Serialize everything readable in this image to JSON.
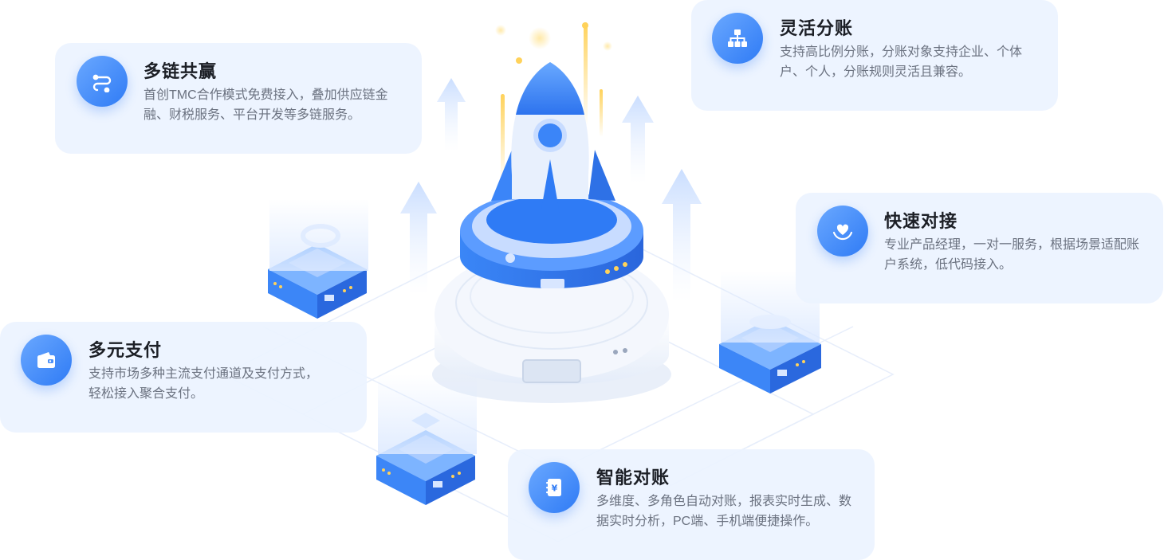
{
  "features": [
    {
      "title": "多链共赢",
      "description": "首创TMC合作模式免费接入，叠加供应链金融、财税服务、平台开发等多链服务。",
      "icon": "link-chain-icon"
    },
    {
      "title": "灵活分账",
      "description": "支持高比例分账，分账对象支持企业、个体户、个人，分账规则灵活且兼容。",
      "icon": "hierarchy-icon"
    },
    {
      "title": "快速对接",
      "description": "专业产品经理，一对一服务，根据场景适配账户系统，低代码接入。",
      "icon": "heart-hand-icon"
    },
    {
      "title": "多元支付",
      "description": "支持市场多种主流支付通道及支付方式，轻松接入聚合支付。",
      "icon": "wallet-icon"
    },
    {
      "title": "智能对账",
      "description": "多维度、多角色自动对账，报表实时生成、数据实时分析，PC端、手机端便捷操作。",
      "icon": "ledger-icon"
    }
  ],
  "colors": {
    "accent": "#2f7bf5",
    "accent_light": "#6aa8ff",
    "card_bg": "#ebf3ff",
    "title": "#1c1f26",
    "text": "#6b7280",
    "highlight": "#f5c242"
  },
  "illustration": {
    "badge_symbol": "¥"
  }
}
